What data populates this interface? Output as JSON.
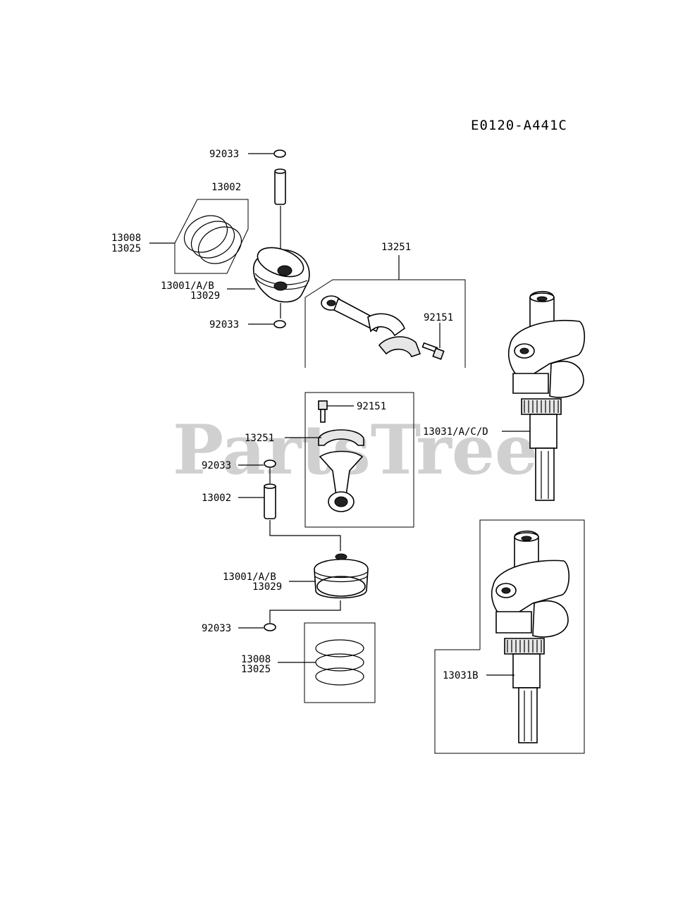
{
  "diagram_code": "E0120-A441C",
  "watermark": "PartsTree",
  "labels": {
    "pin_clip_top": "92033",
    "piston_pin_top": "13002",
    "ring_set_top_a": "13008",
    "ring_set_top_b": "13025",
    "piston_top_a": "13001/A/B",
    "piston_top_b": "13029",
    "pin_clip_top_lower": "92033",
    "conrod_box_top": "13251",
    "bolt_top": "92151",
    "bolt_mid": "92151",
    "conrod_mid": "13251",
    "pin_clip_mid": "92033",
    "piston_pin_mid": "13002",
    "piston_mid_a": "13001/A/B",
    "piston_mid_b": "13029",
    "pin_clip_bottom": "92033",
    "ring_set_bottom_a": "13008",
    "ring_set_bottom_b": "13025",
    "crankshaft_a": "13031/A/C/D",
    "crankshaft_b": "13031B"
  }
}
